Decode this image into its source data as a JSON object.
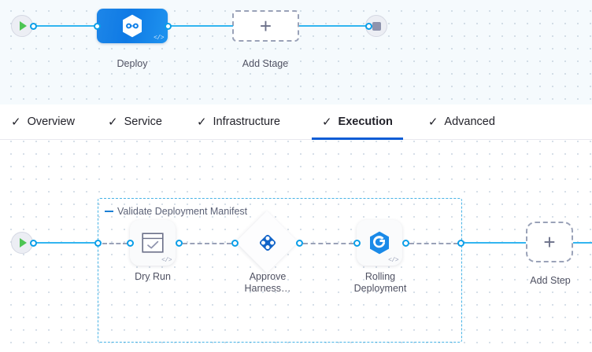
{
  "stage_canvas": {
    "name": "pipeline-stage-canvas",
    "start_node": {
      "icon": "play-icon",
      "label": ""
    },
    "end_node": {
      "icon": "stop-icon",
      "label": ""
    },
    "stages": [
      {
        "label": "Deploy",
        "icon": "harness-infinity-hexagon-icon",
        "badge": "</>",
        "selected": true
      },
      {
        "label": "Add Stage",
        "icon": "plus-icon",
        "dashed": true
      }
    ]
  },
  "tabs": {
    "name": "stage-config-tabs",
    "check_glyph": "✓",
    "items": [
      {
        "label": "Overview",
        "checked": true,
        "active": false
      },
      {
        "label": "Service",
        "checked": true,
        "active": false
      },
      {
        "label": "Infrastructure",
        "checked": true,
        "active": false
      },
      {
        "label": "Execution",
        "checked": true,
        "active": true
      },
      {
        "label": "Advanced",
        "checked": true,
        "active": false
      }
    ],
    "active_underline_color": "#0b5cd5"
  },
  "execution_canvas": {
    "name": "execution-steps-canvas",
    "start_node": {
      "icon": "play-icon"
    },
    "group": {
      "label": "Validate Deployment Manifest",
      "collapse_icon": "collapse-minus-icon",
      "border_color": "#46b3e6"
    },
    "steps": [
      {
        "label": "Dry Run",
        "icon": "dry-run-check-icon",
        "shape": "rounded-square",
        "badge": "</>"
      },
      {
        "label": "Approve\nHarness…",
        "icon": "approval-diamond-icon",
        "shape": "diamond",
        "badge": ""
      },
      {
        "label": "Rolling\nDeployment",
        "icon": "rolling-deployment-hexagon-icon",
        "shape": "rounded-square",
        "badge": "</>"
      }
    ],
    "add_step": {
      "label": "Add Step",
      "icon": "plus-icon"
    }
  },
  "colors": {
    "accent_blue": "#0a9ee8",
    "line_blue": "#32b5f0",
    "stage_blue": "#1180e8",
    "tab_active": "#0b5cd5",
    "dashed_gray": "#9aa2b8",
    "play_green": "#4dc553"
  }
}
